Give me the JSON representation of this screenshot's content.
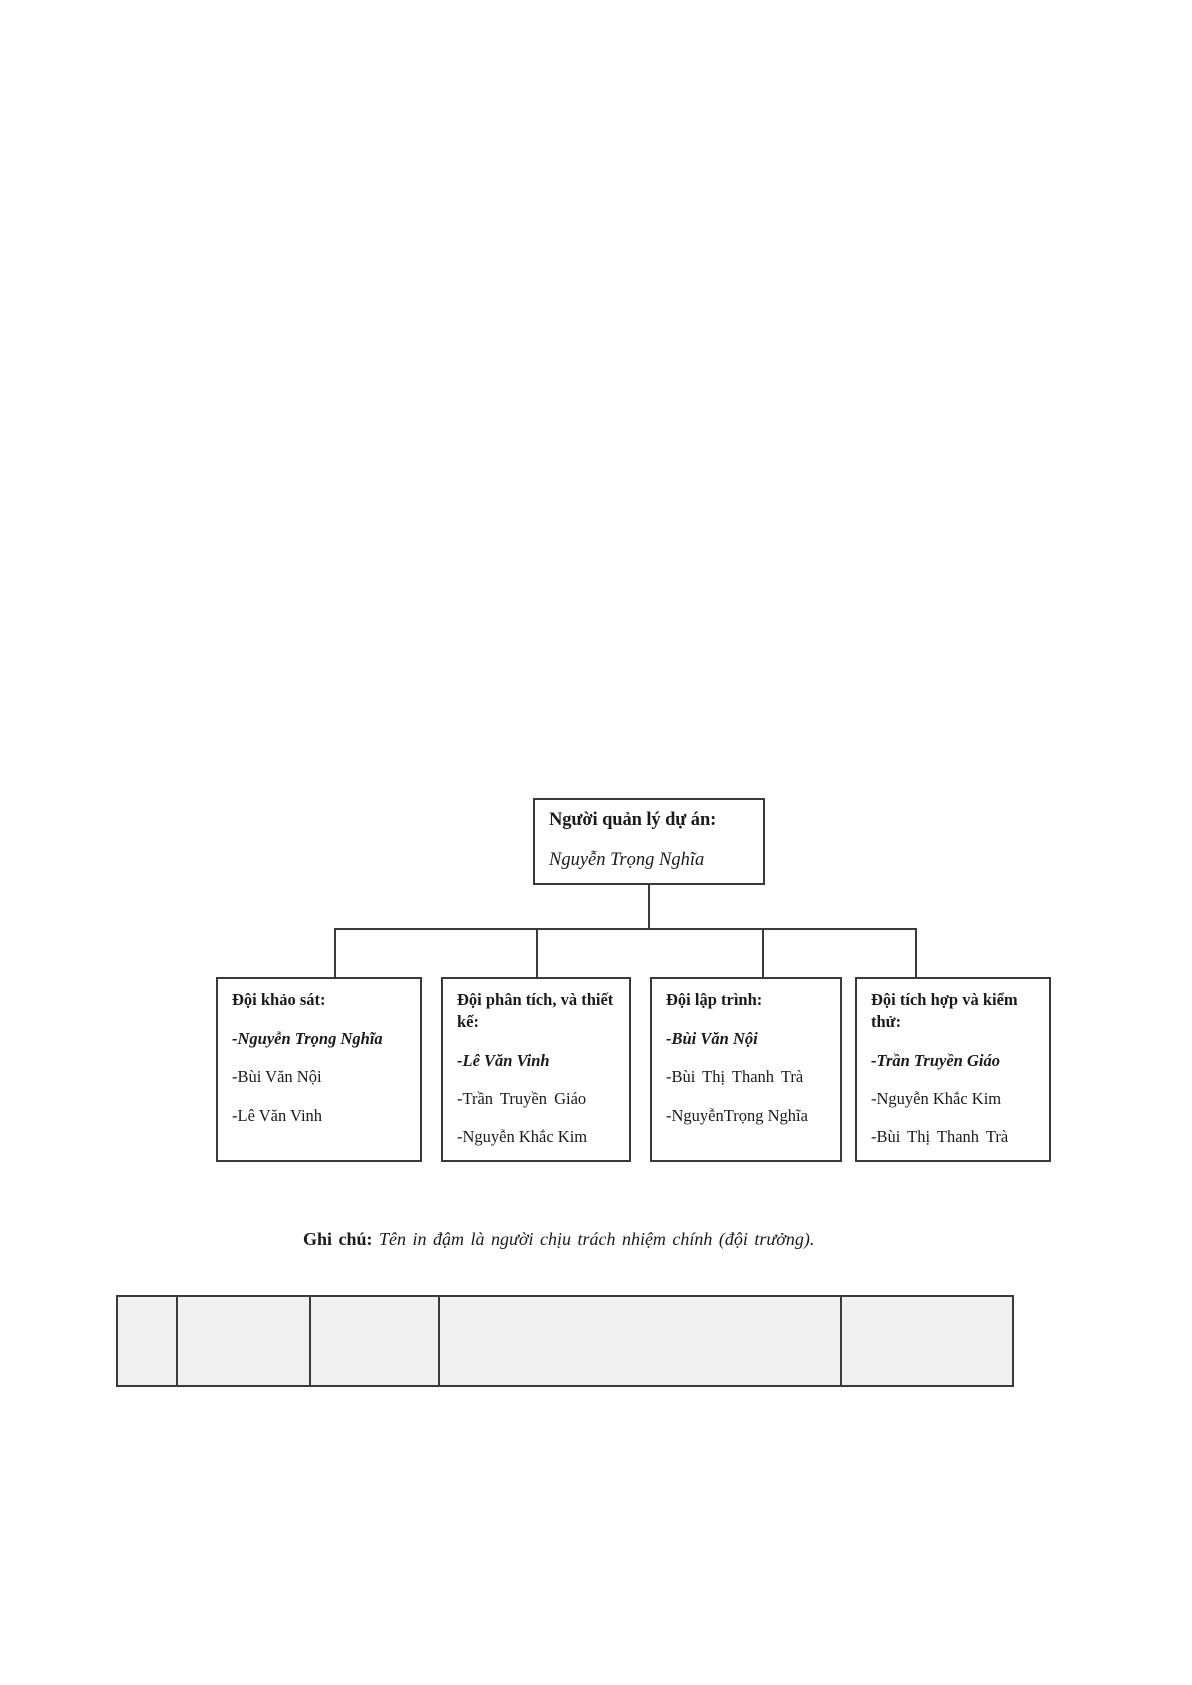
{
  "chart": {
    "root": {
      "title": "Người quản lý dự án:",
      "name": "Nguyễn Trọng Nghĩa"
    },
    "teams": [
      {
        "title": "Đội khảo sát:",
        "members": [
          {
            "text": "-Nguyễn Trọng Nghĩa",
            "lead": true
          },
          {
            "text": "-Bùi Văn Nội",
            "lead": false
          },
          {
            "text": "-Lê Văn Vinh",
            "lead": false
          }
        ]
      },
      {
        "title": "Đội phân tích, và thiết kế:",
        "members": [
          {
            "text": "-Lê Văn Vinh",
            "lead": true
          },
          {
            "text": "-Trần Truyền Giáo",
            "lead": false
          },
          {
            "text": "-Nguyễn Khắc Kim",
            "lead": false
          }
        ]
      },
      {
        "title": "Đội lập trình:",
        "members": [
          {
            "text": "-Bùi Văn Nội",
            "lead": true
          },
          {
            "text": "-Bùi Thị Thanh Trà",
            "lead": false
          },
          {
            "text": "-NguyễnTrọng Nghĩa",
            "lead": false
          }
        ]
      },
      {
        "title": "Đội tích hợp và kiểm thử:",
        "members": [
          {
            "text": "-Trần Truyền Giáo",
            "lead": true
          },
          {
            "text": "-Nguyễn Khắc Kim",
            "lead": false
          },
          {
            "text": "-Bùi Thị Thanh Trà",
            "lead": false
          }
        ]
      }
    ]
  },
  "note": {
    "label": "Ghi chú:",
    "text": "Tên in đậm là người chịu trách nhiệm chính (đội trưởng)."
  },
  "bottom_table": {
    "rows": [
      [
        "",
        "",
        "",
        "",
        ""
      ]
    ]
  },
  "colors": {
    "border": "#3a3a3a",
    "table_fill": "#f0f0f0",
    "text": "#1a1a1a",
    "page_background": "#ffffff"
  }
}
